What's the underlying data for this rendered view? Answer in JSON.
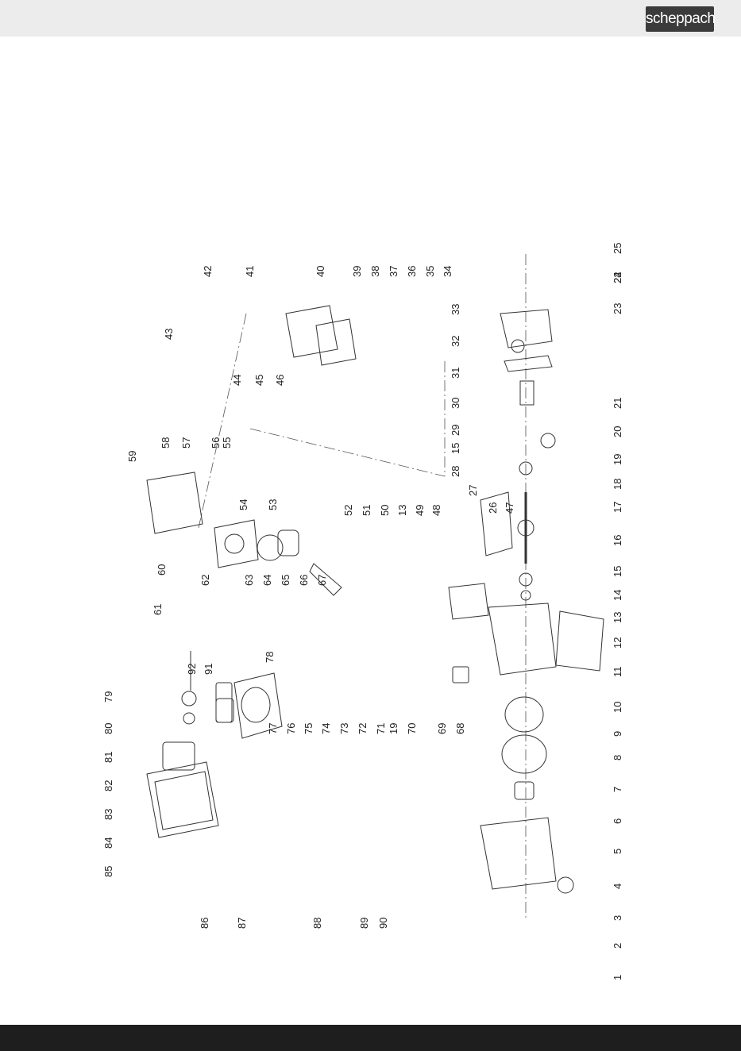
{
  "header": {
    "logo_text": "scheppach"
  },
  "diagram": {
    "part_numbers_bottom": [
      "1",
      "2",
      "3",
      "4",
      "5",
      "6",
      "7",
      "8",
      "9",
      "10",
      "11",
      "12",
      "13",
      "14",
      "15",
      "16",
      "17",
      "18",
      "19",
      "20",
      "21",
      "22",
      "23",
      "24",
      "25"
    ],
    "part_numbers_middle": [
      "26",
      "27",
      "28",
      "15",
      "29",
      "30",
      "31",
      "32",
      "33"
    ],
    "part_numbers_right_top": [
      "34",
      "35",
      "36",
      "37",
      "38",
      "39",
      "40",
      "41",
      "42",
      "43",
      "44",
      "45",
      "46"
    ],
    "part_numbers_center": [
      "47",
      "48",
      "49",
      "13",
      "50",
      "51",
      "52",
      "53",
      "54",
      "55",
      "56",
      "57",
      "58",
      "59",
      "60",
      "61",
      "62",
      "63",
      "64",
      "65",
      "66",
      "67"
    ],
    "part_numbers_lower_center": [
      "68",
      "69",
      "70",
      "19",
      "71",
      "72",
      "73",
      "74",
      "75",
      "76",
      "77",
      "78",
      "79",
      "80",
      "81",
      "82",
      "83",
      "84",
      "85",
      "86",
      "87",
      "88",
      "89",
      "90",
      "91",
      "92"
    ]
  }
}
